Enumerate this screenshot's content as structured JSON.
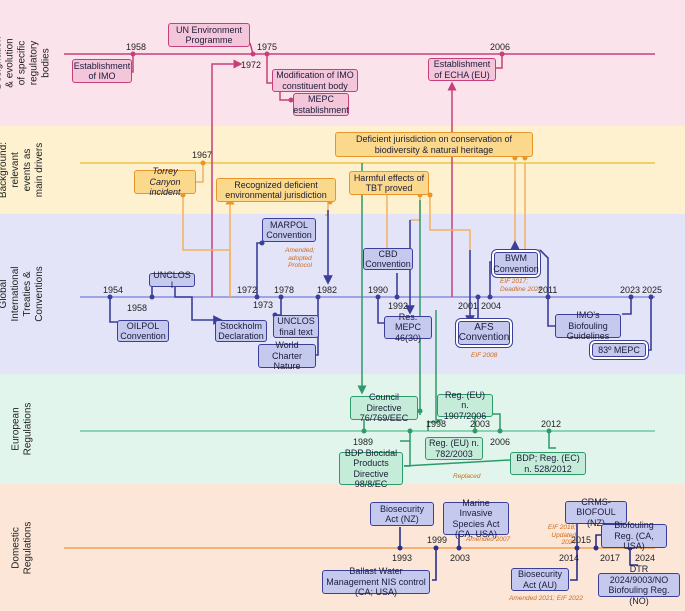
{
  "bands": {
    "regulatory": "Designation & evolution of specific regulatory bodies",
    "background": "Background: relevant events as main drivers",
    "global": "Global International Treaties & Conventions",
    "european": "European Regulations",
    "domestic": "Domestic Regulations"
  },
  "colors": {
    "regulatory_bg": "#fbe3ec",
    "background_bg": "#fdf1cf",
    "global_bg": "#e3e4f7",
    "european_bg": "#e2f5ec",
    "domestic_bg": "#fbe6d8",
    "pink_line": "#c73f7a",
    "orange_line": "#e8952a",
    "blue_line": "#3b3f9a",
    "green_line": "#2c9a6a"
  },
  "regulatory": {
    "imo": "Establishment of IMO",
    "unep": "UN Environment Programme",
    "imo_mod": "Modification of IMO constituent body",
    "mepc": "MEPC establishment",
    "echa": "Establishment of ECHA (EU)",
    "y1958": "1958",
    "y1972": "1972",
    "y1975": "1975",
    "y2006": "2006"
  },
  "background": {
    "torrey": "Torrey Canyon incident",
    "y1967": "1967",
    "recognized": "Recognized deficient environmental jurisdiction",
    "tbt": "Harmful effects of TBT proved",
    "biodiversity": "Deficient jurisdiction on conservation of biodiversity & natural heritage"
  },
  "global": {
    "unclos1": "UNCLOS I",
    "oilpol": "OILPOL Convention",
    "stockholm": "Stockholm Declaration",
    "marpol": "MARPOL Convention",
    "marpol_note": "Amended; adopted Protocol",
    "unclos_final": "UNCLOS final text",
    "wcn": "World Charter Nature",
    "cbd": "CBD Convention",
    "res_mepc": "Res. MEPC 46(30)",
    "afs": "AFS Convention",
    "afs_note": "EIF 2008",
    "bwm": "BWM Convention",
    "bwm_note": "EIF 2017; Deadline 2024",
    "imo_bio": "IMO's Biofouling Guidelines",
    "mepc83": "83º MEPC",
    "y1954": "1954",
    "y1958": "1958",
    "y1972": "1972",
    "y1973": "1973",
    "y1978": "1978",
    "y1982": "1982",
    "y1990": "1990",
    "y1992": "1992",
    "y2001": "2001",
    "y2004": "2004",
    "y2011": "2011",
    "y2023": "2023",
    "y2025": "2025"
  },
  "european": {
    "council": "Council Directive 76/769/EEC",
    "reg1907": "Reg. (EU) n. 1907/2006",
    "reg782": "Reg. (EU) n. 782/2003",
    "bdp_dir": "BDP Biocidal Products Directive 98/8/EC",
    "bdp_reg": "BDP; Reg. (EC) n. 528/2012",
    "replaced": "Replaced",
    "y1989": "1989",
    "y1998": "1998",
    "y2003": "2003",
    "y2006": "2006",
    "y2012": "2012"
  },
  "domestic": {
    "biosec_nz": "Biosecurity Act (NZ)",
    "marine_inv": "Marine Invasive Species Act (CA, USA)",
    "marine_note": "Amended 2007",
    "crms": "CRMS-BIOFOUL (NZ)",
    "crms_note": "EIF 2018; Updated 2024",
    "biofoul_ca": "Biofouling Reg. (CA, USA)",
    "ballast": "Ballast Water Management NIS control (CA; USA)",
    "biosec_au": "Biosecurity Act (AU)",
    "biosec_au_note": "Amended 2021; EIF 2022",
    "dtr": "DTR 2024/9003/NO Biofouling Reg. (NO)",
    "y1993": "1993",
    "y1999": "1999",
    "y2003": "2003",
    "y2014": "2014",
    "y2015": "2015",
    "y2017": "2017",
    "y2024": "2024"
  }
}
